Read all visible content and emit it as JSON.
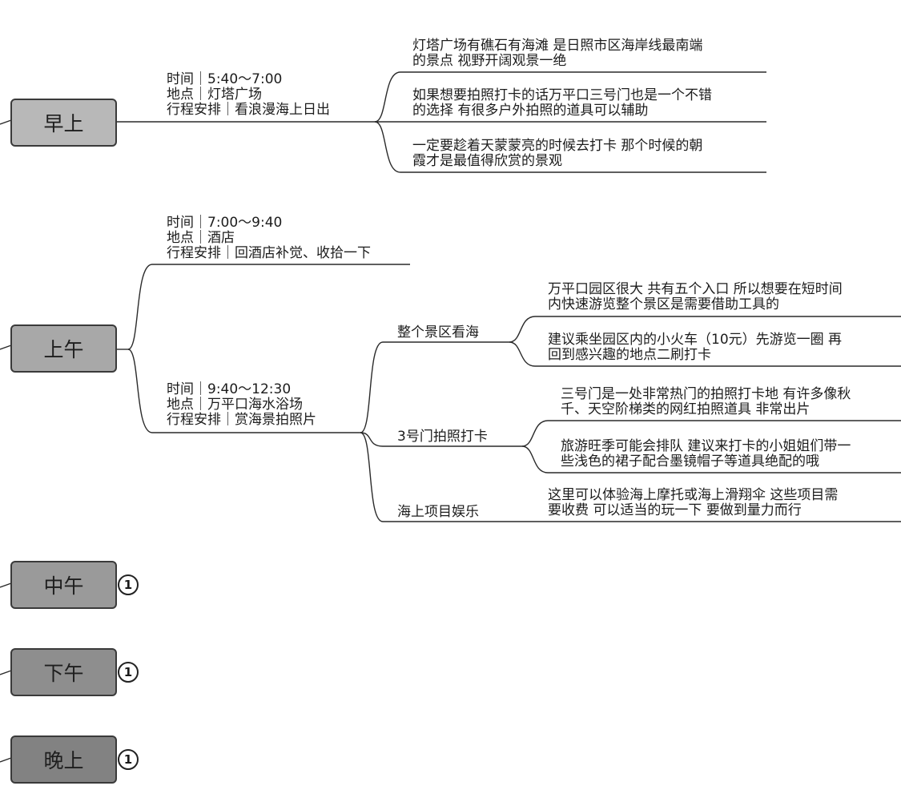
{
  "nodes": {
    "morning": {
      "label": "早上"
    },
    "forenoon": {
      "label": "上午"
    },
    "noon": {
      "label": "中午",
      "collapsed_count": "1"
    },
    "afternoon": {
      "label": "下午",
      "collapsed_count": "1"
    },
    "evening": {
      "label": "晚上",
      "collapsed_count": "1"
    }
  },
  "morning": {
    "info": [
      "时间｜5:40～7:00",
      "地点｜灯塔广场",
      "行程安排｜看浪漫海上日出"
    ],
    "tips": [
      [
        "灯塔广场有礁石有海滩 是日照市区海岸线最南端",
        "的景点 视野开阔观景一绝"
      ],
      [
        "如果想要拍照打卡的话万平口三号门也是一个不错",
        "的选择 有很多户外拍照的道具可以辅助"
      ],
      [
        "一定要趁着天蒙蒙亮的时候去打卡 那个时候的朝",
        "霞才是最值得欣赏的景观"
      ]
    ]
  },
  "forenoon": {
    "first": [
      "时间｜7:00～9:40",
      "地点｜酒店",
      "行程安排｜回酒店补觉、收拾一下"
    ],
    "second": [
      "时间｜9:40～12:30",
      "地点｜万平口海水浴场",
      "行程安排｜赏海景拍照片"
    ],
    "activities": [
      {
        "label": "整个景区看海",
        "tips": [
          [
            "万平口园区很大 共有五个入口 所以想要在短时间",
            "内快速游览整个景区是需要借助工具的"
          ],
          [
            "建议乘坐园区内的小火车（10元）先游览一圈 再",
            "回到感兴趣的地点二刷打卡"
          ]
        ]
      },
      {
        "label": "3号门拍照打卡",
        "tips": [
          [
            "三号门是一处非常热门的拍照打卡地 有许多像秋",
            "千、天空阶梯类的网红拍照道具 非常出片"
          ],
          [
            "旅游旺季可能会排队 建议来打卡的小姐姐们带一",
            "些浅色的裙子配合墨镜帽子等道具绝配的哦"
          ]
        ]
      },
      {
        "label": "海上项目娱乐",
        "tips": [
          [
            "这里可以体验海上摩托或海上滑翔伞 这些项目需",
            "要收费 可以适当的玩一下 要做到量力而行"
          ]
        ]
      }
    ]
  },
  "colors": {
    "morning_fill": "#b8b8b8",
    "forenoon_fill": "#a8a8a8",
    "noon_fill": "#9a9a9a",
    "afternoon_fill": "#8e8e8e",
    "evening_fill": "#828282",
    "line": "#2a2a2a"
  }
}
